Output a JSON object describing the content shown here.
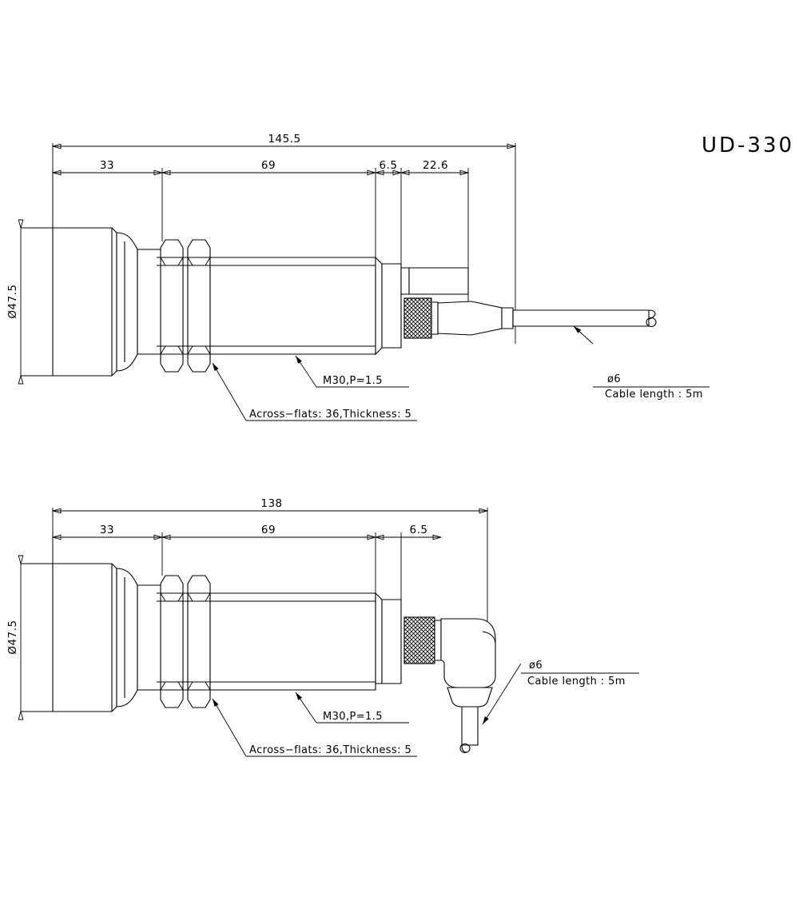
{
  "drawing": {
    "title": "UD-330",
    "views": [
      {
        "id": "view-straight-connector",
        "name": "straight-cable-variant",
        "overall_dim": "145.5",
        "chain_dims": [
          "33",
          "69",
          "6.5",
          "22.6"
        ],
        "diameter_dim": "Ø47.5",
        "thread_note": "M30,P=1.5",
        "hex_note": "Across−flats: 36,Thickness: 5",
        "cable_dia_note": "ø6",
        "cable_len_note": "Cable length :  5m"
      },
      {
        "id": "view-right-angle-connector",
        "name": "right-angle-cable-variant",
        "overall_dim": "138",
        "chain_dims": [
          "33",
          "69",
          "6.5"
        ],
        "diameter_dim": "Ø47.5",
        "thread_note": "M30,P=1.5",
        "hex_note": "Across−flats: 36,Thickness: 5",
        "cable_dia_note": "ø6",
        "cable_len_note": "Cable length :  5m"
      }
    ]
  }
}
